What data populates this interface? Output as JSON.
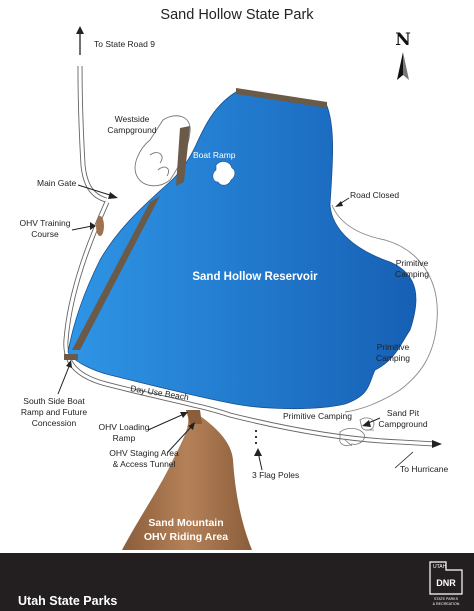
{
  "title": "Sand Hollow State Park",
  "north_label": "N",
  "lake": {
    "name": "Sand Hollow Reservoir",
    "color": "#1f7fd0"
  },
  "labels": {
    "to_state_road": "To State Road 9",
    "westside_1": "Westside",
    "westside_2": "Campground",
    "boat_ramp": "Boat Ramp",
    "main_gate": "Main Gate",
    "road_closed": "Road Closed",
    "ohv_training_1": "OHV Training",
    "ohv_training_2": "Course",
    "primitive_camping_e1": "Primitive",
    "primitive_camping_e2": "Camping",
    "primitive_camping_s1": "Primitive",
    "primitive_camping_s2": "Camping",
    "primitive_camping_road": "Primitive Camping",
    "day_use_beach": "Day Use Beach",
    "south_side_1": "South Side Boat",
    "south_side_2": "Ramp and Future",
    "south_side_3": "Concession",
    "ohv_loading_1": "OHV Loading",
    "ohv_loading_2": "Ramp",
    "ohv_staging_1": "OHV Staging Area",
    "ohv_staging_2": "& Access Tunnel",
    "sand_pit_1": "Sand Pit",
    "sand_pit_2": "Campground",
    "flag_poles": "3 Flag Poles",
    "to_hurricane": "To Hurricane",
    "sand_mountain_1": "Sand Mountain",
    "sand_mountain_2": "OHV Riding Area"
  },
  "footer": {
    "title": "Utah State Parks",
    "logo_top": "UTAH",
    "logo_mid": "DNR",
    "logo_bottom_1": "STATE PARKS",
    "logo_bottom_2": "& RECREATION"
  },
  "colors": {
    "dam": "#6b5a48",
    "sand": "#a0714e",
    "road": "#555555",
    "footer": "#231f20"
  }
}
